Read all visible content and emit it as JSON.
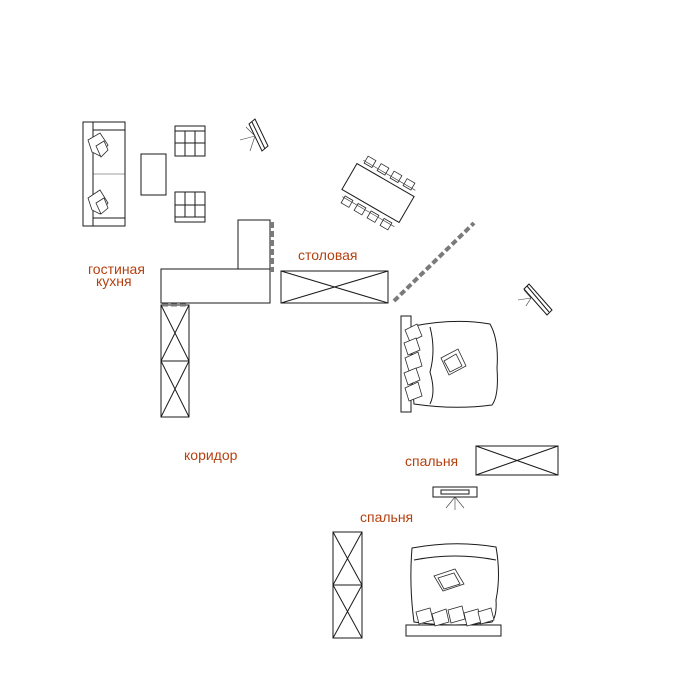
{
  "rooms": {
    "living": "гостиная",
    "kitchen": "кухня",
    "dining": "столовая",
    "corridor": "коридор",
    "bedroom_1": "спальня",
    "bedroom_2": "спальня"
  },
  "colors": {
    "label": "#b5400f",
    "line": "#1a1a1a",
    "partition": "#7a7a7a",
    "background": "#ffffff"
  }
}
